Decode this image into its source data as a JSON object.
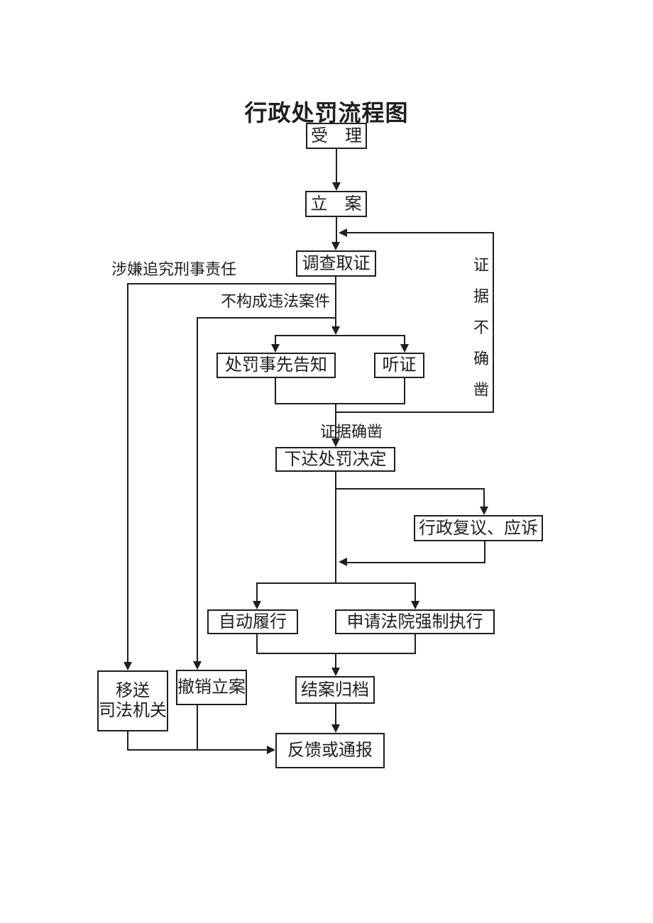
{
  "title": "行政处罚流程图",
  "nodes": {
    "accept": "受　理",
    "file_case": "立　案",
    "investigate": "调查取证",
    "prior_notice": "处罚事先告知",
    "hearing": "听证",
    "issue_decision": "下达处罚决定",
    "reconsideration": "行政复议、应诉",
    "voluntary_compliance": "自动履行",
    "court_enforcement": "申请法院强制执行",
    "case_closure": "结案归档",
    "feedback": "反馈或通报",
    "transfer_judicial_line1": "移送",
    "transfer_judicial_line2": "司法机关",
    "revoke_case": "撤销立案"
  },
  "edge_labels": {
    "criminal_liability": "涉嫌追究刑事责任",
    "not_illegal_case": "不构成违法案件",
    "evidence_conclusive": "证据确凿",
    "evidence_inconclusive_chars": [
      "证",
      "据",
      "不",
      "确",
      "凿"
    ]
  },
  "colors": {
    "line": "#1e1e1e",
    "background": "#ffffff"
  }
}
